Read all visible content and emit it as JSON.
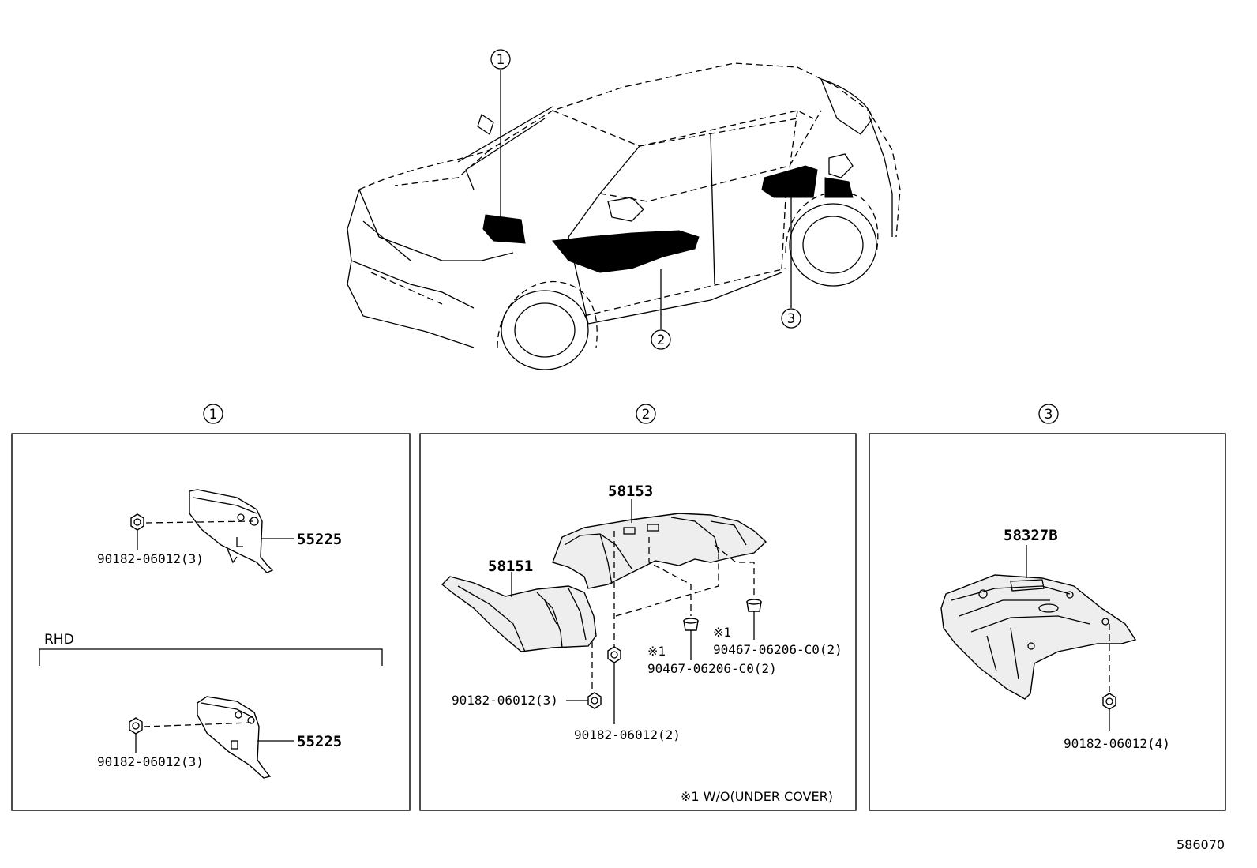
{
  "callouts": {
    "c1": "1",
    "c2": "2",
    "c3": "3"
  },
  "panel1": {
    "part_upper": "55225",
    "bolt_upper": "90182-06012(3)",
    "rhd_label": "RHD",
    "part_lower": "55225",
    "bolt_lower": "90182-06012(3)"
  },
  "panel2": {
    "part_a": "58153",
    "part_b": "58151",
    "grommet_a": "90467-06206-C0(2)",
    "grommet_b": "90467-06206-C0(2)",
    "mark_a": "※1",
    "mark_b": "※1",
    "bolt_a": "90182-06012(3)",
    "bolt_b": "90182-06012(2)",
    "footnote": "※1 W/O(UNDER COVER)"
  },
  "panel3": {
    "part": "58327B",
    "bolt": "90182-06012(4)"
  },
  "illustration_id": "586070"
}
